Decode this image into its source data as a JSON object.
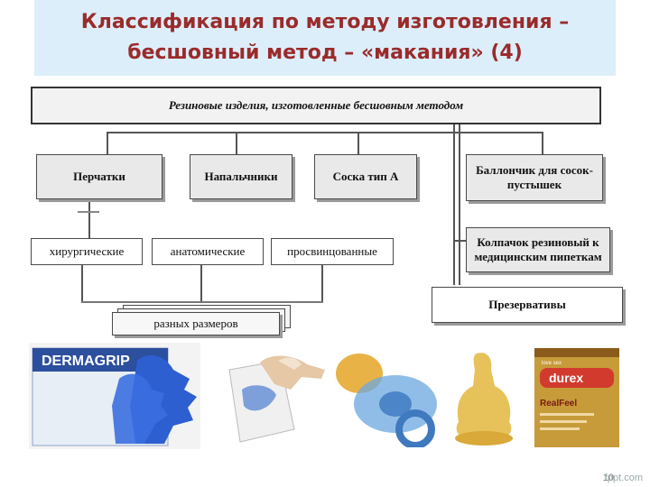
{
  "slide": {
    "title_line1": "Классификация по методу изготовления –",
    "title_line2": "бесшовный метод – «макания» (4)",
    "page_number": "10",
    "footer_site": "fppt.com"
  },
  "diagram": {
    "root": "Резиновые изделия, изготовленные бесшовным методом",
    "level1": [
      "Перчатки",
      "Напальчники",
      "Соска тип А",
      "Баллончик для сосок-пустышек"
    ],
    "glove_types": [
      "хирургические",
      "анатомические",
      "просвинцованные"
    ],
    "sizes": "разных размеров",
    "right_column": [
      "Колпачок резиновый к медицинским пипеткам",
      "Презервативы"
    ]
  },
  "photos": {
    "gloves_box_text": "DERMAGRIP",
    "condom_brand": "durex",
    "condom_variant": "RealFeel",
    "condom_tagline": "love sex"
  },
  "colors": {
    "title": "#9a2b2b",
    "title_band": "#dceefa",
    "glove_blue": "#2d5fd0"
  }
}
